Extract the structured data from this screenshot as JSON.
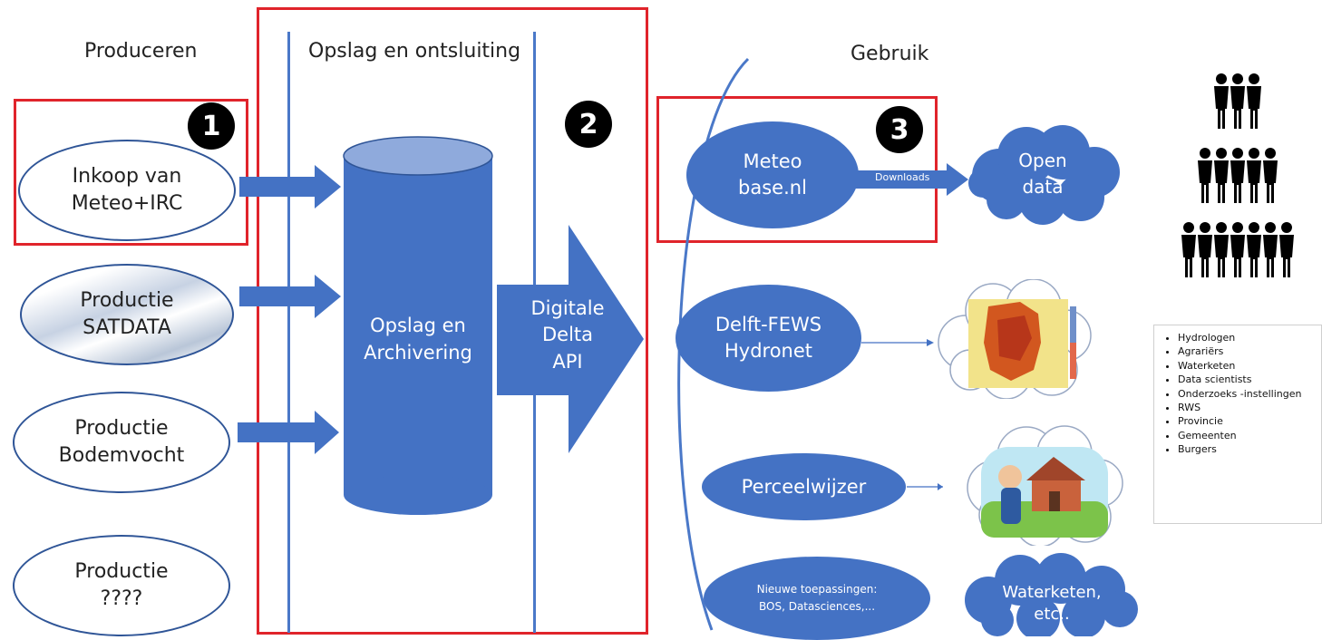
{
  "columns": {
    "produceren": "Produceren",
    "opslag": "Opslag en ontsluiting",
    "gebruik": "Gebruik"
  },
  "badges": [
    "1",
    "2",
    "3"
  ],
  "producers": [
    {
      "line1": "Inkoop van",
      "line2": "Meteo+IRC"
    },
    {
      "line1": "Productie",
      "line2": "SATDATA"
    },
    {
      "line1": "Productie",
      "line2": "Bodemvocht"
    },
    {
      "line1": "Productie",
      "line2": "????"
    }
  ],
  "storage": {
    "line1": "Opslag en",
    "line2": "Archivering"
  },
  "api": {
    "line1": "Digitale",
    "line2": "Delta",
    "line3": "API"
  },
  "apps": [
    {
      "line1": "Meteo",
      "line2": "base.nl"
    },
    {
      "line1": "Delft-FEWS",
      "line2": "Hydronet"
    },
    {
      "line1": "Perceelwijzer",
      "line2": ""
    },
    {
      "line1": "Nieuwe toepassingen:",
      "line2": "BOS, Datasciences,..."
    }
  ],
  "downloads_label": "Downloads",
  "clouds": {
    "open_data": {
      "line1": "Open",
      "line2": "data"
    },
    "waterketen": {
      "line1": "Waterketen,",
      "line2": "etc.."
    }
  },
  "user_groups": [
    "Hydrologen",
    "Agrariërs",
    "Waterketen",
    "Data scientists",
    "Onderzoeks -instellingen",
    "RWS",
    "Provincie",
    "Gemeenten",
    "Burgers"
  ],
  "colors": {
    "accent_blue": "#4472c4",
    "dark_blue": "#2f5597",
    "highlight_red": "#e0242b",
    "line_blue": "#4a78c8"
  }
}
